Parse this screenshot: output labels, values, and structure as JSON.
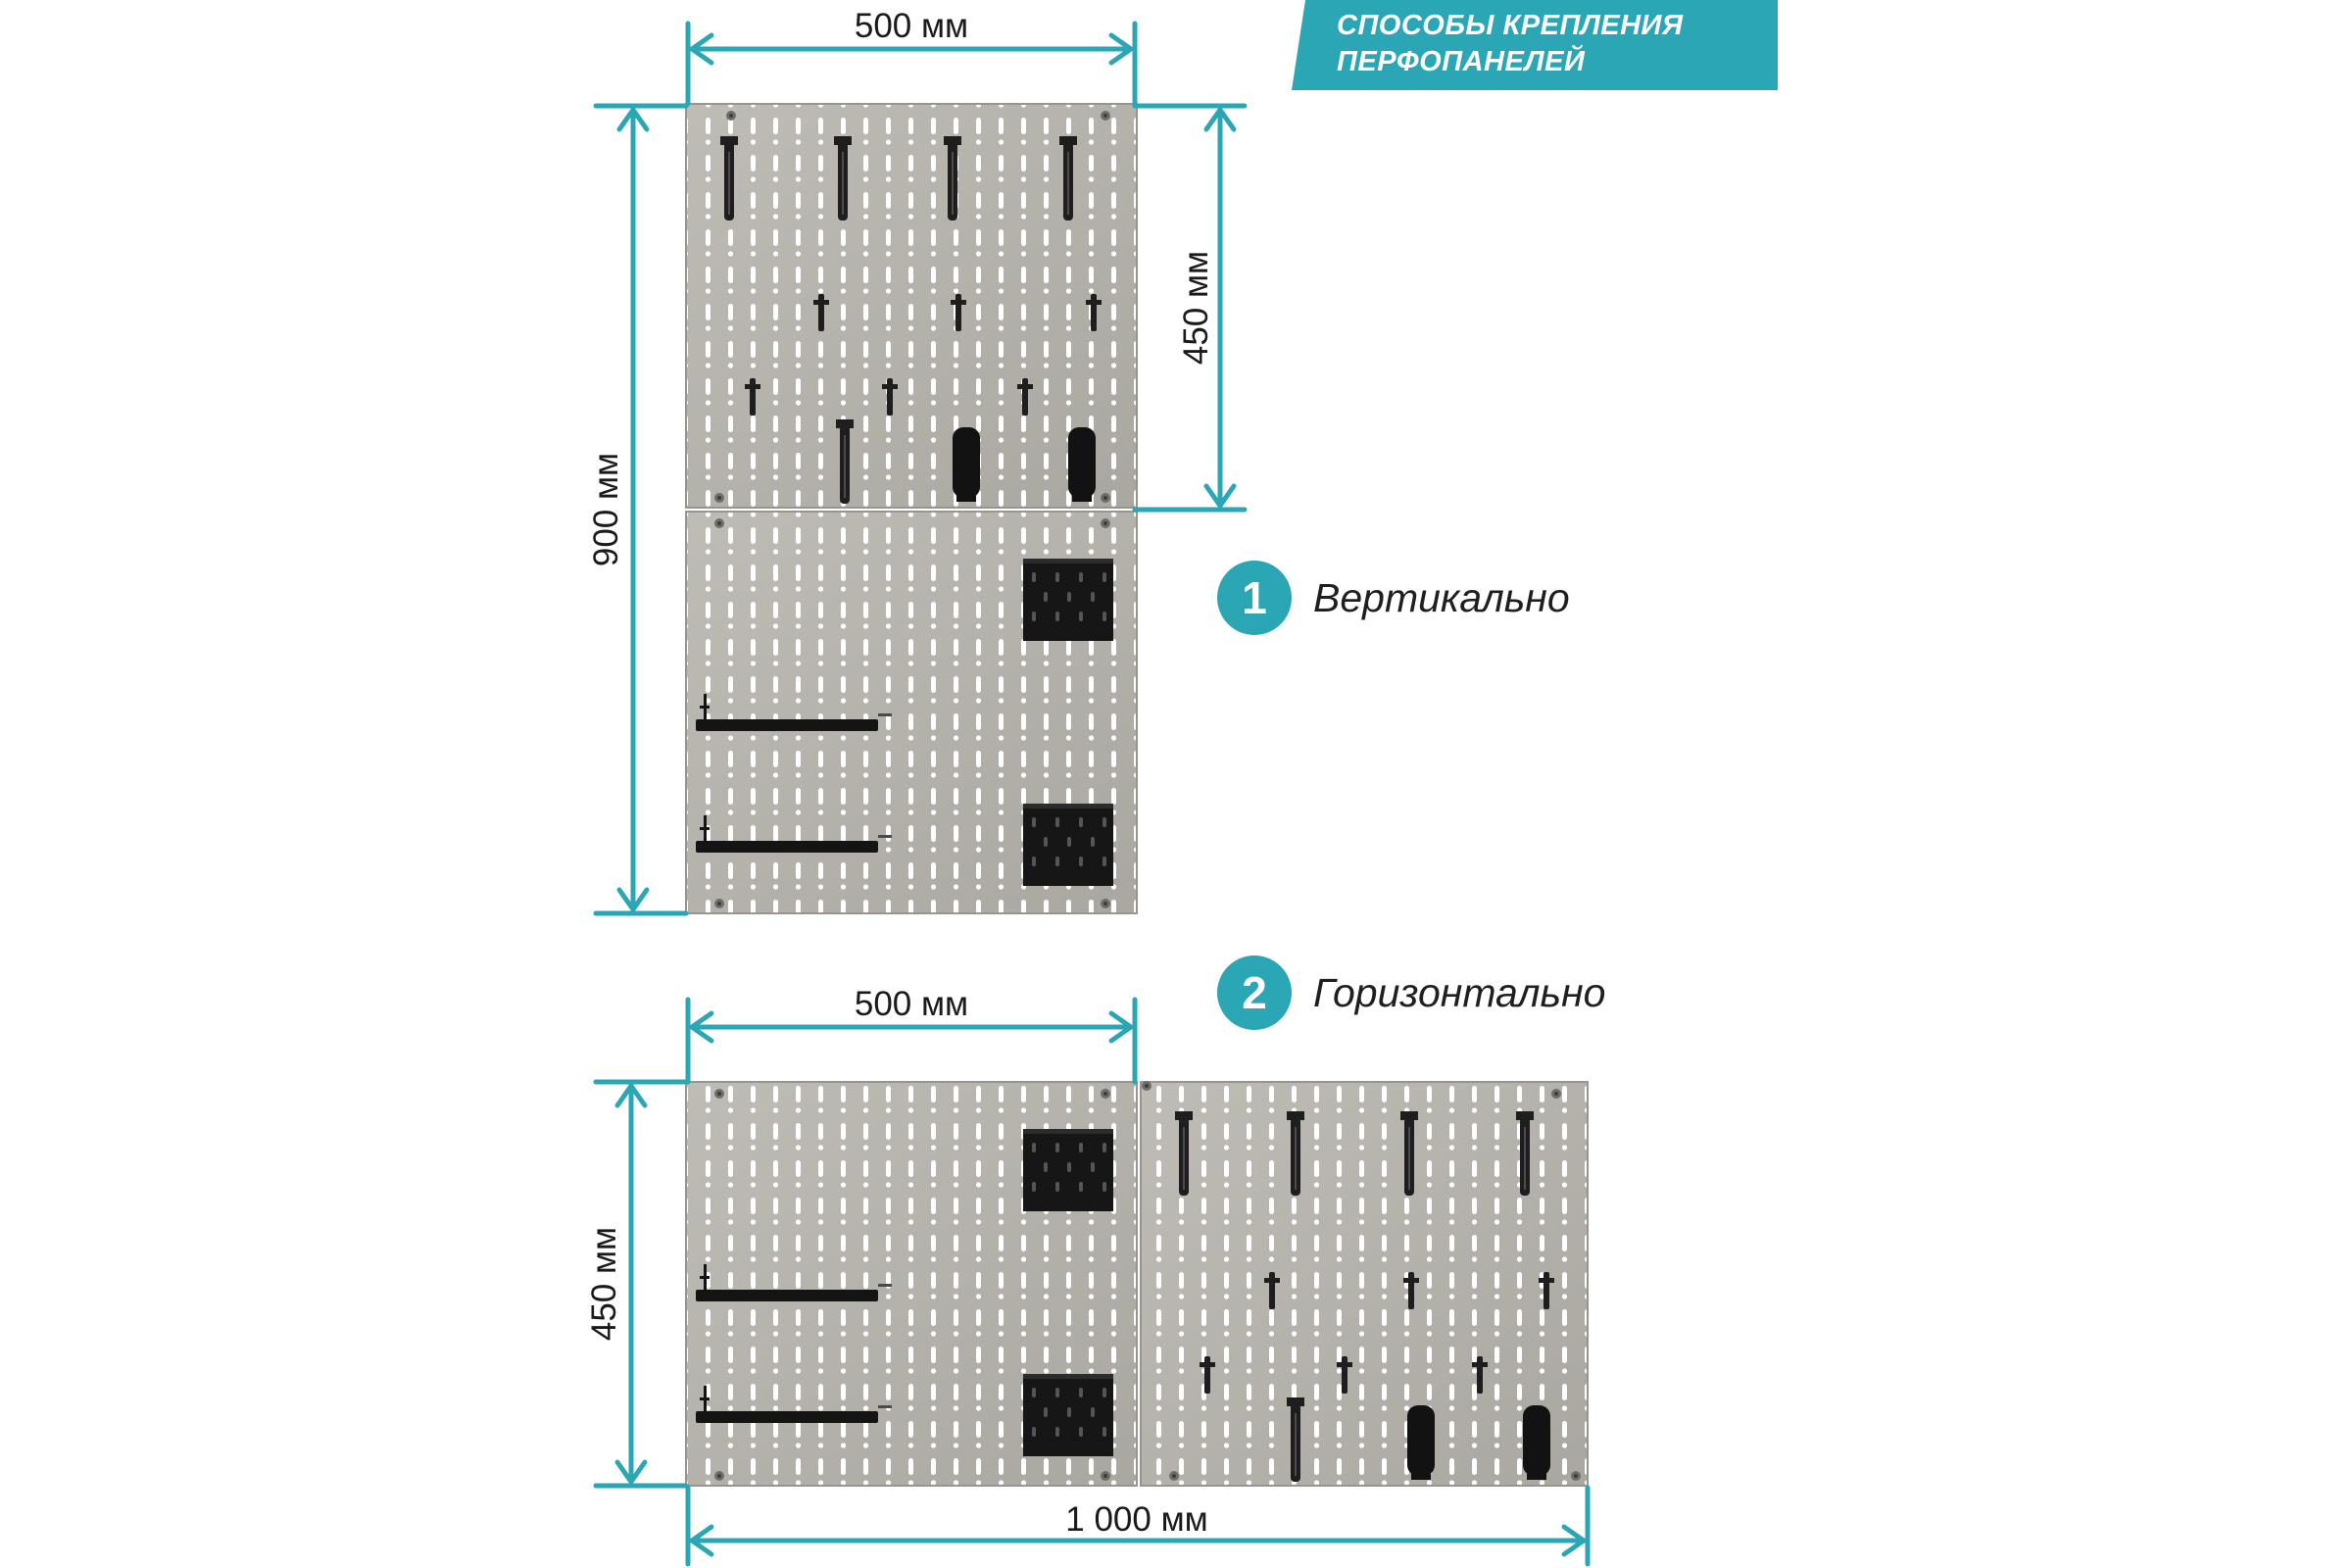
{
  "header": {
    "line1": "СПОСОБЫ КРЕПЛЕНИЯ",
    "line2": "ПЕРФОПАНЕЛЕЙ"
  },
  "modes": [
    {
      "number": "1",
      "label": "Вертикально"
    },
    {
      "number": "2",
      "label": "Горизонтально"
    }
  ],
  "dimensions": {
    "vertical_top_width": "500 мм",
    "vertical_panel_height": "450 мм",
    "vertical_total_height": "900 мм",
    "horizontal_panel_width": "500 мм",
    "horizontal_height": "450 мм",
    "horizontal_total_width": "1 000 мм"
  },
  "colors": {
    "accent": "#2aa6b5",
    "panel": "#b5b3ac",
    "accessory": "#1c1c1c"
  }
}
